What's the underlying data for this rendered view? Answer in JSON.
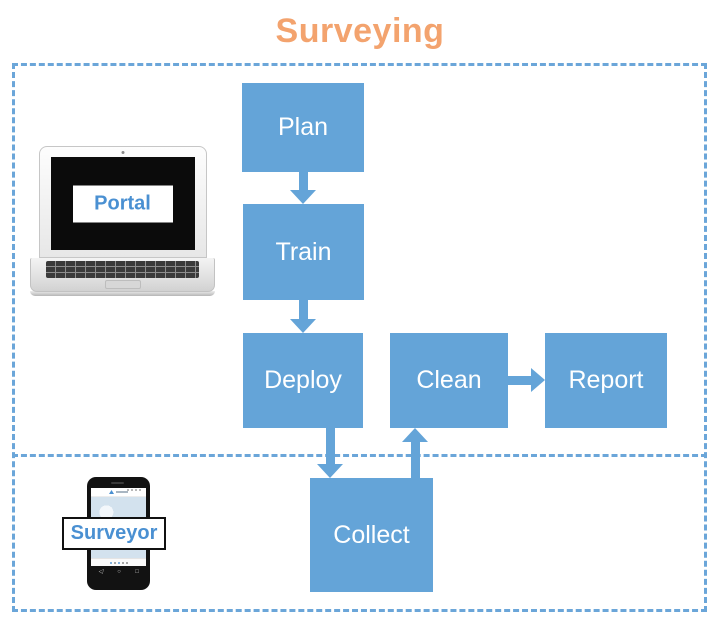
{
  "title": "Surveying",
  "diagram": {
    "type": "flowchart",
    "nodes": [
      {
        "id": "plan",
        "label": "Plan"
      },
      {
        "id": "train",
        "label": "Train"
      },
      {
        "id": "deploy",
        "label": "Deploy"
      },
      {
        "id": "clean",
        "label": "Clean"
      },
      {
        "id": "report",
        "label": "Report"
      },
      {
        "id": "collect",
        "label": "Collect"
      }
    ],
    "edges": [
      {
        "from": "plan",
        "to": "train",
        "direction": "down"
      },
      {
        "from": "train",
        "to": "deploy",
        "direction": "down"
      },
      {
        "from": "deploy",
        "to": "collect",
        "direction": "down"
      },
      {
        "from": "collect",
        "to": "clean",
        "direction": "up"
      },
      {
        "from": "clean",
        "to": "report",
        "direction": "right"
      }
    ],
    "zones": [
      {
        "id": "top-zone",
        "device": "laptop",
        "nodes": [
          "plan",
          "train",
          "deploy",
          "clean",
          "report"
        ]
      },
      {
        "id": "bottom-zone",
        "device": "phone",
        "nodes": [
          "collect"
        ]
      }
    ]
  },
  "devices": {
    "laptop": {
      "label": "Portal"
    },
    "phone": {
      "label": "Surveyor"
    }
  },
  "phone_ui": {
    "back_glyph": "◁",
    "home_glyph": "○",
    "recents_glyph": "□"
  },
  "colors": {
    "node_fill": "#64a4d8",
    "arrow": "#64a4d8",
    "dashed_border": "#6ba6d9",
    "title_text": "#f3a36e",
    "device_label_text": "#4a90d2"
  }
}
